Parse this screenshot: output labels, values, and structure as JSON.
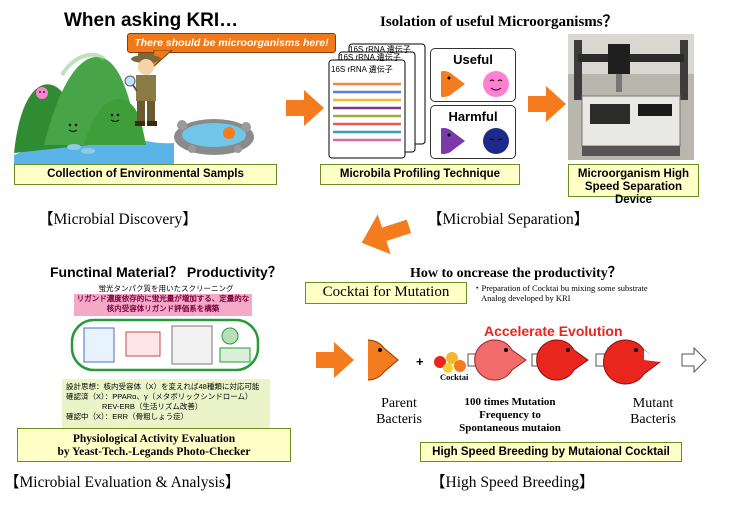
{
  "top": {
    "kri_heading": "When asking KRI…",
    "speech": "There  should be microorganisms here!",
    "isolation_question": "Isolation of useful Microorganisms？",
    "rrna_label": "16S rRNA 遺伝子",
    "useful": "Useful",
    "harmful": "Harmful",
    "collection_box": "Collection of Environmental Sampls",
    "profiling_box": "Microbila Profiling Technique",
    "device_box_line1": "Microorganism High",
    "device_box_line2": "Speed Separation Device"
  },
  "sections": {
    "discovery": "【Microbial Discovery】",
    "separation": "【Microbial Separation】",
    "evaluation": "【Microbial Evaluation & Analysis】",
    "breeding": "【High Speed Breeding】"
  },
  "lower_left": {
    "question": "Functinal Material？ Productivity？",
    "screen_title": "蛍光タンパク質を用いたスクリーニング",
    "banner_line1": "リガンド濃度依存的に蛍光量が増加する、定量的な",
    "banner_line2": "核内受容体リガンド評価系を構築",
    "design": "設計思想：核内受容体（X）を変えれば48種類に対応可能",
    "confirmed1": "確認済（X）：PPARα、γ（メタボリックシンドローム）",
    "confirmed2": "REV-ERB（生活リズム改善）",
    "confirming": "確認中（X）：ERR（骨粗しょう症）",
    "eval_line1": "Physiological Activity Evaluation",
    "eval_line2": "by Yeast-Tech.-Legands Photo-Checker"
  },
  "lower_right": {
    "question": "How to oncrease the productivity？",
    "cocktail_label": "Cocktai for Mutation",
    "note_line1": "・Preparation of Cocktai bu mixing some substrate",
    "note_line2": "Analog developed by KRI",
    "accelerate": "Accelerate Evolution",
    "cocktai_small": "Cocktai",
    "parent_line1": "Parent",
    "parent_line2": "Bacteris",
    "mut_line1": "100 times Mutation",
    "mut_line2": "Frequency to",
    "mut_line3": "Spontaneous mutaion",
    "mutant_line1": "Mutant",
    "mutant_line2": "Bacteris",
    "breeding_box": "High Speed Breeding by Mutaional Cocktail"
  },
  "colors": {
    "box_fill": "#ffffc8",
    "box_border": "#6b8f1f",
    "arrow_orange": "#f47b1e",
    "accent_red": "#e8261e",
    "callout_orange": "#f07a1a",
    "mountain_green": "#3e9e3a",
    "water_blue": "#5ab4e8"
  },
  "icons": {
    "arrow": "arrow-right-icon",
    "pacman": "pacman-bacteria-icon"
  }
}
